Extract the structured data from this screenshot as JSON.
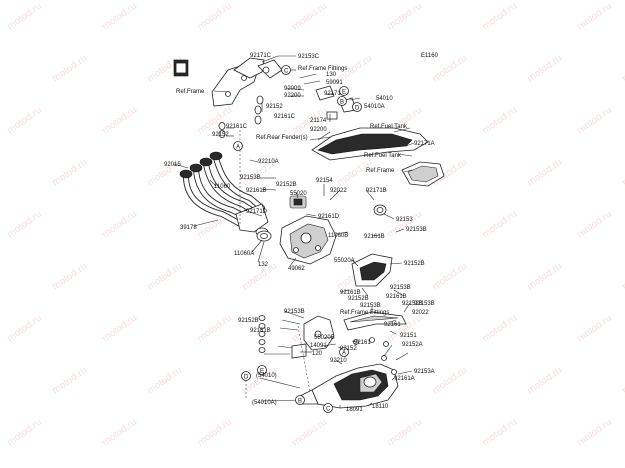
{
  "watermark": "motod.ru",
  "figure_code": "E1160",
  "labels": {
    "p92171C": "92171C",
    "p92153C": "92153C",
    "ref_frame_fittings_top": "Ref.Frame Fittings",
    "p130_top": "130",
    "p59091": "59091",
    "ref_frame_left": "Ref.Frame",
    "p92009": "92009",
    "p92200_a": "92200",
    "p92171_a": "92171",
    "p54010": "54010",
    "p54010A": "54010A",
    "p92152_a": "92152",
    "p92152_b": "92152",
    "p92161C_a": "92161C",
    "p92161C_b": "92161C",
    "p21174": "21174",
    "p92200_b": "92200",
    "ref_fuel_tank_a": "Ref.Fuel Tank",
    "ref_rear_fender": "Ref.Rear Fender(s)",
    "p92171A": "92171A",
    "ref_fuel_tank_b": "Ref.Fuel Tank",
    "p92210A": "92210A",
    "p92015": "92015",
    "ref_frame_right": "Ref.Frame",
    "p11060": "11060",
    "p92153B_a": "92153B",
    "p92152B_a": "92152B",
    "p92154": "92154",
    "p92161B_a": "92161B",
    "p55020": "55020",
    "p92022_a": "92022",
    "p92171B": "92171B",
    "p92171D": "92171D",
    "p92161D": "92161D",
    "p92153_a": "92153",
    "p39178": "39178",
    "p11060B": "11060B",
    "p92161B_b": "92161B",
    "p92153B_b": "92153B",
    "p11060A": "11060A",
    "p132": "132",
    "p49062": "49062",
    "p55020A": "55020A",
    "p92152B_b": "92152B",
    "p92161B_c": "92161B",
    "p92153B_c": "92153B",
    "p92161B_d": "92161B",
    "p92152B_c": "92152B",
    "p92153B_d": "92153B",
    "ref_frame_fittings_bottom": "Ref.Frame Fittings",
    "p92022_b": "92022",
    "p92152B_d": "92152B",
    "p92153B_e": "92153B",
    "p92161B_e": "92161B",
    "p55020B": "55020B",
    "p92152B_e": "92152B",
    "p14091": "14091",
    "p92153B_f": "92153B",
    "p120": "120",
    "p92152_c": "92152",
    "p92161_a": "92161",
    "p92161_b": "92161",
    "p92151": "92151",
    "p92210": "92210",
    "p92152A": "92152A",
    "p54010_paren": "(54010)",
    "p92153A": "92153A",
    "p92161A": "92161A",
    "p54010A_paren": "(54010A)",
    "p18091": "18091",
    "p18110": "18110"
  },
  "callouts": {
    "A": "A",
    "B": "B",
    "C": "C",
    "D": "D",
    "E": "E"
  }
}
